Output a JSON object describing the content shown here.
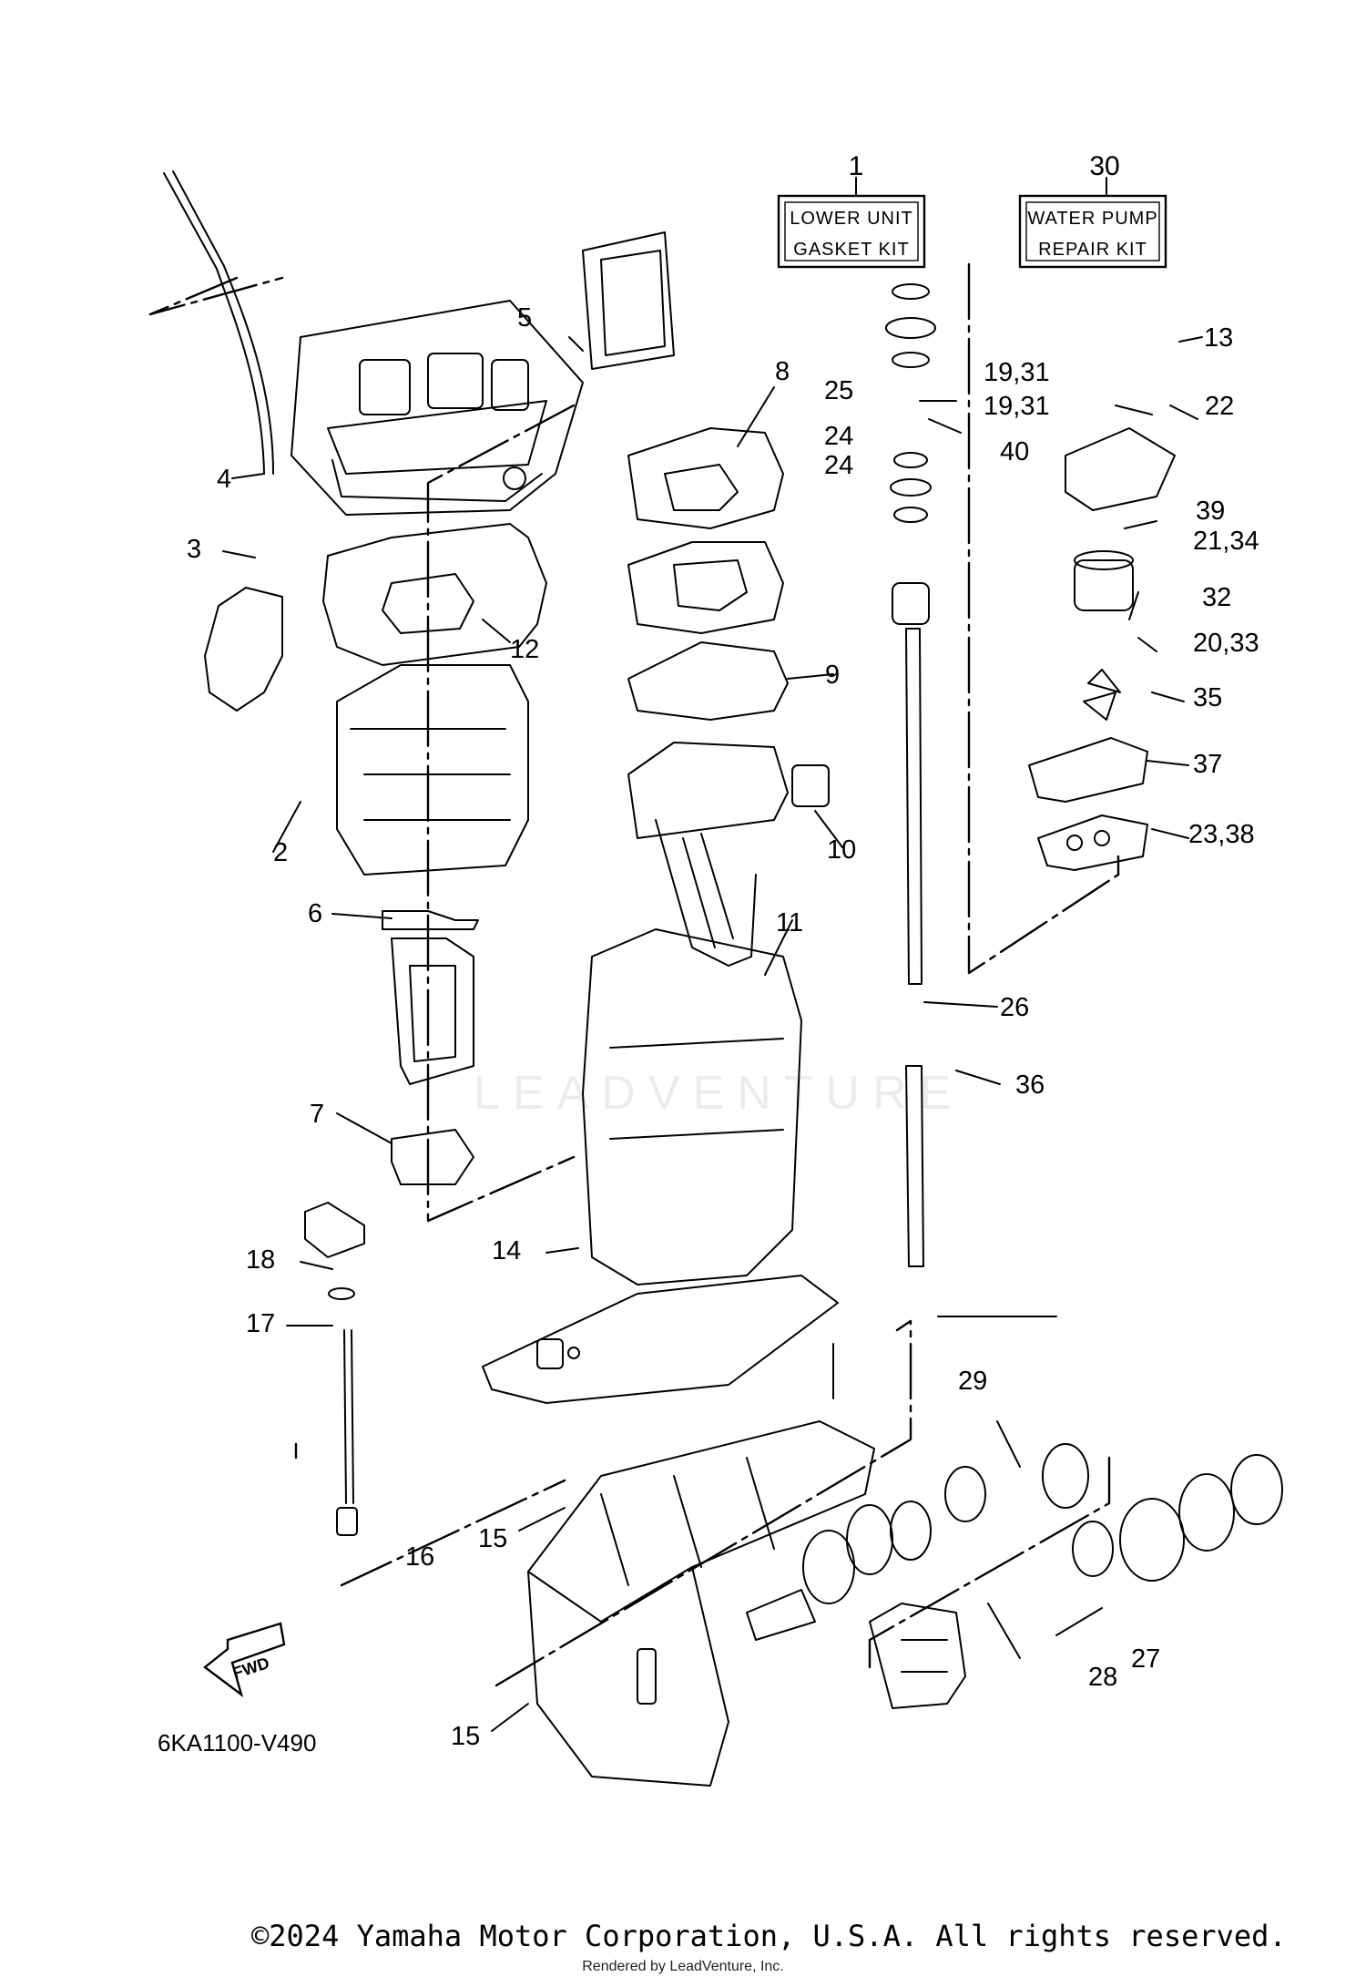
{
  "diagram": {
    "code": "6KA1100-V490",
    "fwd_label": "FWD",
    "kits": [
      {
        "number": "1",
        "line1": "LOWER UNIT",
        "line2": "GASKET KIT"
      },
      {
        "number": "30",
        "line1": "WATER PUMP",
        "line2": "REPAIR KIT"
      }
    ],
    "labels": [
      "2",
      "3",
      "4",
      "5",
      "6",
      "7",
      "8",
      "9",
      "10",
      "11",
      "12",
      "13",
      "14",
      "15",
      "15",
      "16",
      "17",
      "18",
      "19,31",
      "19,31",
      "20,33",
      "21,34",
      "22",
      "23,38",
      "24",
      "24",
      "25",
      "26",
      "27",
      "28",
      "29",
      "32",
      "35",
      "36",
      "37",
      "39",
      "40"
    ]
  },
  "watermark": "LEADVENTURE",
  "footer": {
    "copyright": "©2024 Yamaha Motor Corporation, U.S.A. All rights reserved.",
    "rendered_by": "Rendered by LeadVenture, Inc."
  }
}
